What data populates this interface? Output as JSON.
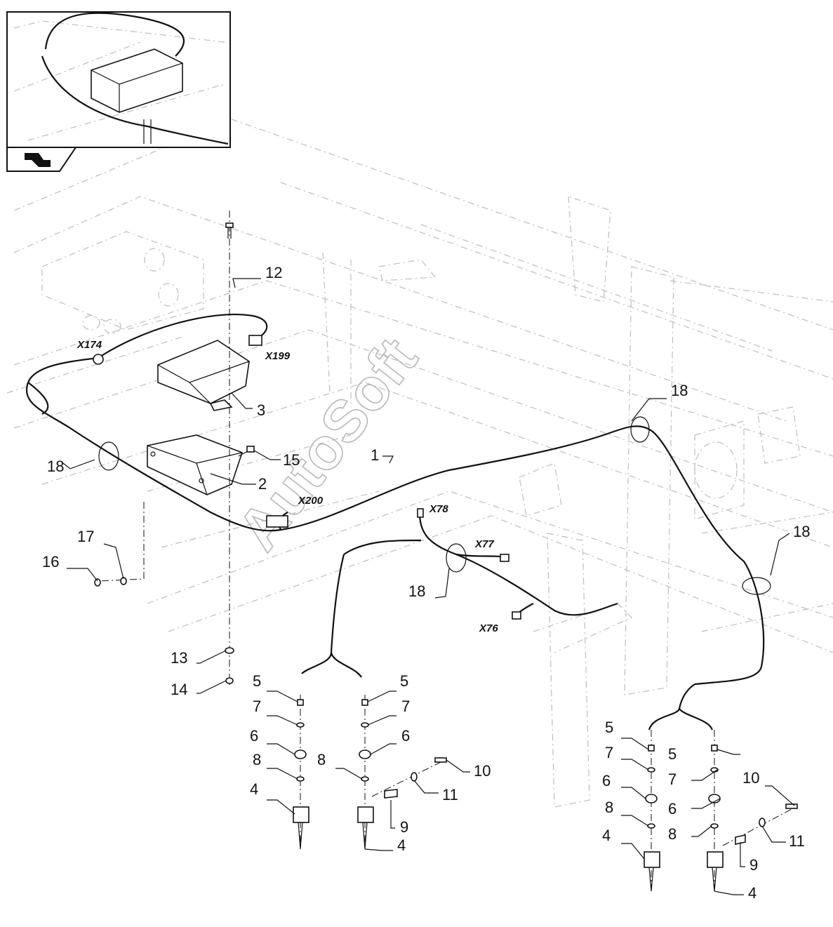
{
  "watermark": "AutoSoft",
  "callouts": [
    "1",
    "2",
    "3",
    "4",
    "5",
    "6",
    "7",
    "8",
    "9",
    "10",
    "11",
    "12",
    "13",
    "14",
    "15",
    "16",
    "17",
    "18"
  ],
  "connectors": [
    "X174",
    "X199",
    "X200",
    "X78",
    "X77",
    "X76"
  ],
  "labels": {
    "c1": "1",
    "c2": "2",
    "c3": "3",
    "c12": "12",
    "c13": "13",
    "c14": "14",
    "c15": "15",
    "c16": "16",
    "c17": "17",
    "c18a": "18",
    "c18b": "18",
    "c18c": "18",
    "c18d": "18",
    "c5a": "5",
    "c5b": "5",
    "c5c": "5",
    "c5d": "5",
    "c7a": "7",
    "c7b": "7",
    "c7c": "7",
    "c7d": "7",
    "c6a": "6",
    "c6b": "6",
    "c6c": "6",
    "c6d": "6",
    "c8a": "8",
    "c8b": "8",
    "c8c": "8",
    "c8d": "8",
    "c4a": "4",
    "c4b": "4",
    "c4c": "4",
    "c4d": "4",
    "c9a": "9",
    "c9b": "9",
    "c10a": "10",
    "c10b": "10",
    "c11a": "11",
    "c11b": "11",
    "x174": "X174",
    "x199": "X199",
    "x200": "X200",
    "x78": "X78",
    "x77": "X77",
    "x76": "X76"
  }
}
